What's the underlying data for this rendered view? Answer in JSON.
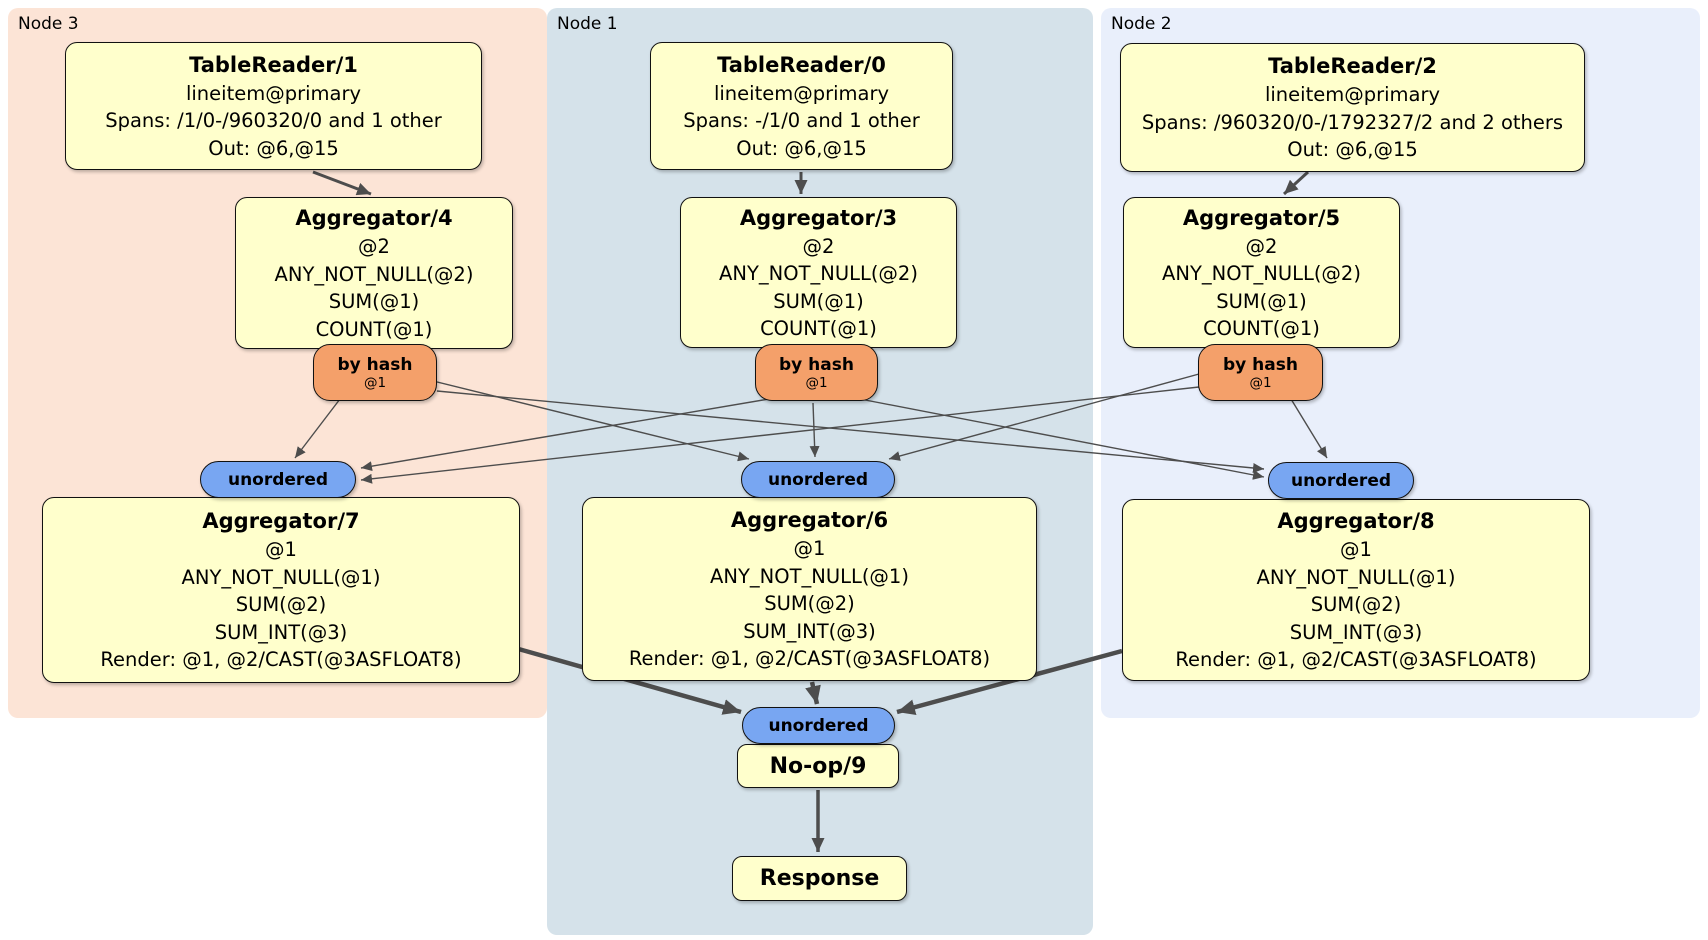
{
  "groups": [
    {
      "label": "Node 3"
    },
    {
      "label": "Node 1"
    },
    {
      "label": "Node 2"
    }
  ],
  "processors": {
    "tr1": {
      "title": "TableReader/1",
      "lines": [
        "lineitem@primary",
        "Spans: /1/0-/960320/0 and 1 other",
        "Out: @6,@15"
      ]
    },
    "tr0": {
      "title": "TableReader/0",
      "lines": [
        "lineitem@primary",
        "Spans: -/1/0 and 1 other",
        "Out: @6,@15"
      ]
    },
    "tr2": {
      "title": "TableReader/2",
      "lines": [
        "lineitem@primary",
        "Spans: /960320/0-/1792327/2 and 2 others",
        "Out: @6,@15"
      ]
    },
    "agg4": {
      "title": "Aggregator/4",
      "lines": [
        "@2",
        "ANY_NOT_NULL(@2)",
        "SUM(@1)",
        "COUNT(@1)"
      ]
    },
    "agg3": {
      "title": "Aggregator/3",
      "lines": [
        "@2",
        "ANY_NOT_NULL(@2)",
        "SUM(@1)",
        "COUNT(@1)"
      ]
    },
    "agg5": {
      "title": "Aggregator/5",
      "lines": [
        "@2",
        "ANY_NOT_NULL(@2)",
        "SUM(@1)",
        "COUNT(@1)"
      ]
    },
    "agg7": {
      "title": "Aggregator/7",
      "lines": [
        "@1",
        "ANY_NOT_NULL(@1)",
        "SUM(@2)",
        "SUM_INT(@3)",
        "Render: @1, @2/CAST(@3ASFLOAT8)"
      ]
    },
    "agg6": {
      "title": "Aggregator/6",
      "lines": [
        "@1",
        "ANY_NOT_NULL(@1)",
        "SUM(@2)",
        "SUM_INT(@3)",
        "Render: @1, @2/CAST(@3ASFLOAT8)"
      ]
    },
    "agg8": {
      "title": "Aggregator/8",
      "lines": [
        "@1",
        "ANY_NOT_NULL(@1)",
        "SUM(@2)",
        "SUM_INT(@3)",
        "Render: @1, @2/CAST(@3ASFLOAT8)"
      ]
    },
    "noop": {
      "title": "No-op/9"
    },
    "response": {
      "title": "Response"
    }
  },
  "routers": {
    "hash4": {
      "label": "by hash",
      "detail": "@1"
    },
    "hash3": {
      "label": "by hash",
      "detail": "@1"
    },
    "hash5": {
      "label": "by hash",
      "detail": "@1"
    }
  },
  "syncs": {
    "left": "unordered",
    "center": "unordered",
    "right": "unordered",
    "final": "unordered"
  },
  "colors": {
    "node3_bg": "#fce4d6",
    "node1_bg": "#d5e2ea",
    "node2_bg": "#e9effb",
    "processor_fill": "#ffffcc",
    "router_fill": "#f4a06a",
    "sync_fill": "#78a6f2",
    "edge": "#4d4d4d"
  }
}
